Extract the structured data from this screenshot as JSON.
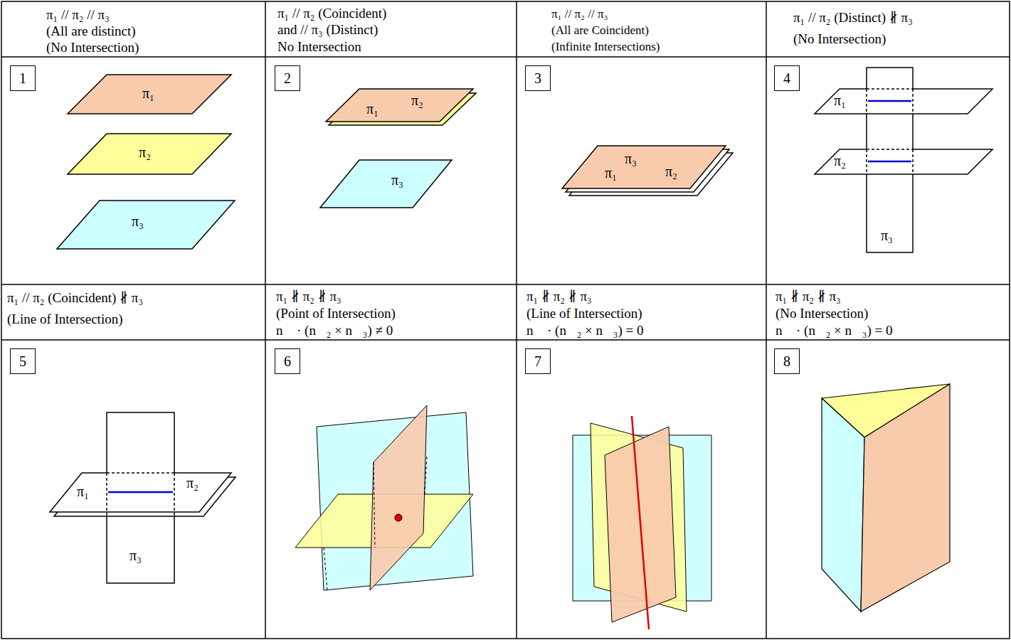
{
  "diagram": {
    "nodes": [
      {
        "text": [
          "1"
        ]
      },
      {
        "text": [
          "2"
        ]
      },
      {
        "text": [
          "3"
        ]
      },
      {
        "text": [
          "4"
        ]
      },
      {
        "text": [
          "5"
        ]
      },
      {
        "text": [
          "6"
        ]
      },
      {
        "text": [
          "7"
        ]
      },
      {
        "text": [
          "8"
        ]
      }
    ],
    "labels": [
      "π₁ // π₂ // π₃",
      "(All are distinct)",
      "(No Intersection)",
      "π₁ // π₂ (Coincident)",
      "and // π₃ (Distinct)",
      "No Intersection",
      "π₁ // π₂ // π₃",
      "(All are Coincident)",
      "(Infinite Intersections)",
      "π₁ // π₂ (Distinct) ∦ π₃",
      "(No Intersection)",
      "π₁",
      "π₂",
      "π₃",
      "π₁",
      "π₂",
      "π₃",
      "π₃",
      "π₁",
      "π₂",
      "π₁",
      "π₂",
      "π₃",
      "π₁ // π₂ (Coincident) ∦ π₃",
      "(Line of Intersection)",
      "π₁ ∦ π₂ ∦ π₃",
      "(Point of Intersection)",
      "n⃗ · (n⃗₂ × n⃗₃) ≠ 0",
      "π₁ ∦ π₂ ∦ π₃",
      "(Line of Intersection)",
      "n⃗ · (n⃗₂ × n⃗₃) = 0",
      "π₁ ∦ π₂ ∦ π₃",
      "(No Intersection)",
      "n⃗ · (n⃗₂ × n⃗₃) = 0",
      "π₁",
      "π₂",
      "π₃"
    ]
  }
}
